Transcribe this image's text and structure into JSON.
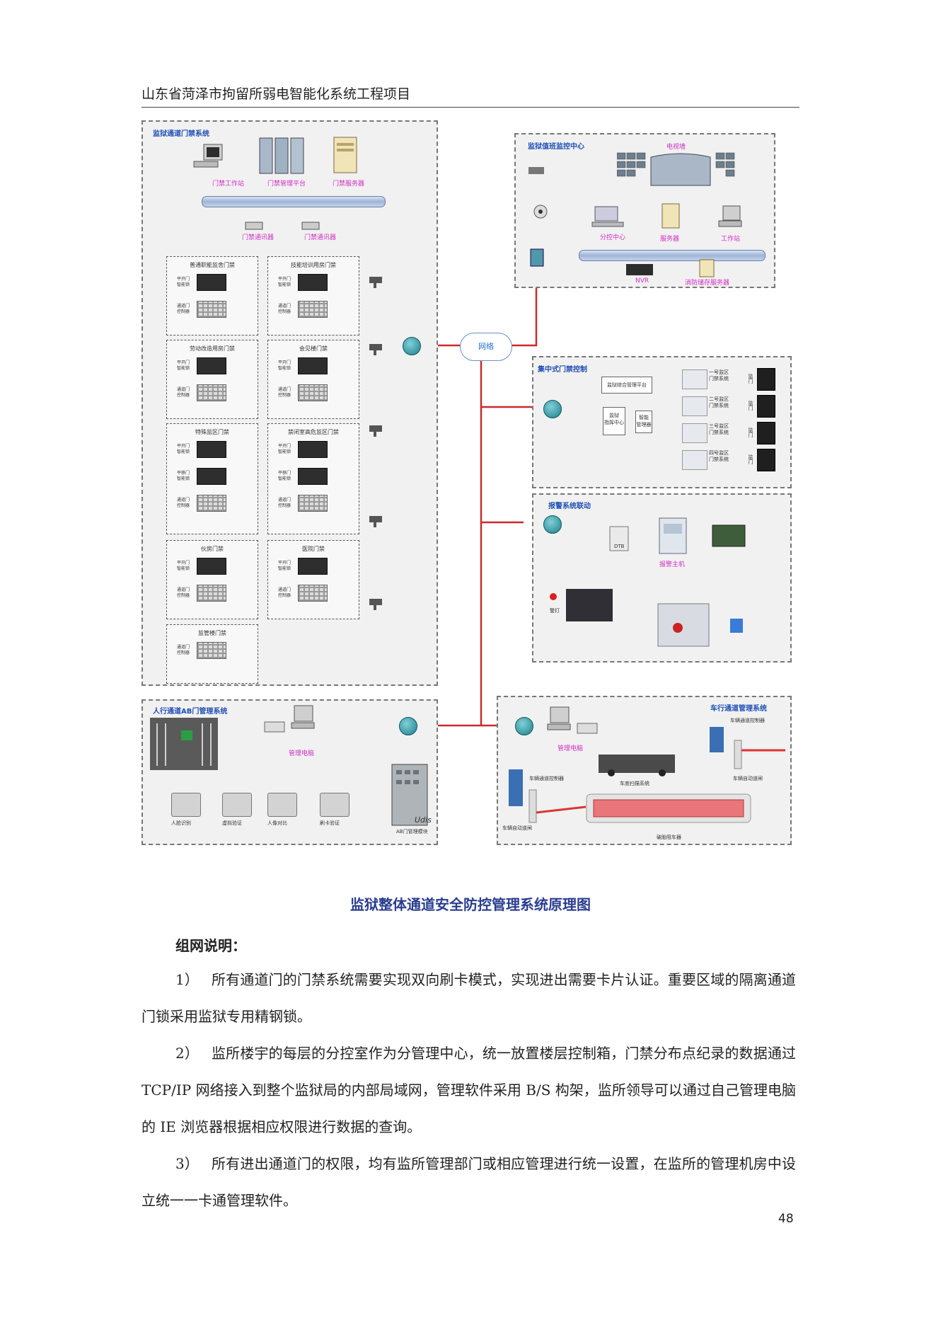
{
  "header": {
    "title": "山东省菏泽市拘留所弱电智能化系统工程项目"
  },
  "page_number": "48",
  "diagram": {
    "caption": "监狱整体通道安全防控管理系统原理图",
    "network_label": "网络",
    "access_panel": {
      "title": "监狱通道门禁系统",
      "workstation": "门禁工作站",
      "platform": "门禁管理平台",
      "server": "门禁服务器",
      "comm1": "门禁通讯器",
      "comm2": "门禁通讯器",
      "subpanels": [
        {
          "title": "普通职能监舍门禁",
          "rows": [
            "平开门\n智能锁",
            "通道门\n控制器"
          ]
        },
        {
          "title": "技能培训用房门禁",
          "rows": [
            "平开门\n智能锁",
            "通道门\n控制器"
          ]
        },
        {
          "title": "劳动改造用房门禁",
          "rows": [
            "平开门\n智能锁",
            "通道门\n控制器"
          ]
        },
        {
          "title": "会见楼门禁",
          "rows": [
            "平开门\n智能锁",
            "通道门\n控制器"
          ]
        },
        {
          "title": "特殊监区门禁",
          "rows": [
            "平开门\n智能锁",
            "平移门\n智能锁",
            "通道门\n控制器"
          ]
        },
        {
          "title": "禁闭室高危监区门禁",
          "rows": [
            "平开门\n智能锁",
            "平移门\n智能锁",
            "通道门\n控制器"
          ]
        },
        {
          "title": "伙房门禁",
          "rows": [
            "平开门\n智能锁",
            "通道门\n控制器"
          ]
        },
        {
          "title": "医院门禁",
          "rows": [
            "平开门\n智能锁",
            "通道门\n控制器"
          ]
        },
        {
          "title": "监管楼门禁",
          "rows": [
            "通道门\n控制器"
          ]
        }
      ]
    },
    "monitor_panel": {
      "title": "监狱值班监控中心",
      "video_wall": "电视墙",
      "sub_center": "分控中心",
      "server": "服务器",
      "workstation": "工作站",
      "nvr": "NVR",
      "fire_server": "消防储存服务器"
    },
    "central_panel": {
      "title": "集中式门禁控制",
      "box1": "监狱综合管理平台",
      "box2": "监狱\n指挥中心",
      "box3": "智能\n管理器",
      "rows": [
        {
          "right_label": "一号监区\n门禁系统",
          "door": "监门"
        },
        {
          "right_label": "二号监区\n门禁系统",
          "door": "监门"
        },
        {
          "right_label": "三号监区\n门禁系统",
          "door": "监门"
        },
        {
          "right_label": "四号监区\n门禁系统",
          "door": "监门"
        }
      ]
    },
    "alarm_panel": {
      "title": "报警系统联动",
      "host": "报警主机",
      "dtb": "DTB",
      "siren": "警灯"
    },
    "pedestrian_panel": {
      "title": "人行通道AB门管理系统",
      "pc": "管理电脑",
      "items": [
        "人脸识别",
        "虚拟验证",
        "人像对比",
        "刷卡验证"
      ],
      "ab_label": "AB门管理模块",
      "brand": "Udis"
    },
    "vehicle_panel": {
      "title": "车行通道管理系统",
      "pc": "管理电脑",
      "controller_right": "车辆通道控制器",
      "gate_right": "车辆自动道闸",
      "controller_left": "车辆通道控制器",
      "gate_left": "车辆自动道闸",
      "under_vehicle": "车底扫描系统",
      "spike": "破胎阻车器"
    }
  },
  "section": {
    "title": "组网说明：",
    "items": [
      {
        "num": "1）",
        "text": "所有通道门的门禁系统需要实现双向刷卡模式，实现进出需要卡片认证。重要区域的隔离通道门锁采用监狱专用精钢锁。"
      },
      {
        "num": "2）",
        "text": "监所楼宇的每层的分控室作为分管理中心，统一放置楼层控制箱，门禁分布点纪录的数据通过 TCP/IP 网络接入到整个监狱局的内部局域网，管理软件采用 B/S 构架，监所领导可以通过自己管理电脑的 IE 浏览器根据相应权限进行数据的查询。"
      },
      {
        "num": "3）",
        "text": "所有进出通道门的权限，均有监所管理部门或相应管理进行统一设置，在监所的管理机房中设立统一一卡通管理软件。"
      }
    ]
  },
  "colors": {
    "network_line": "#cc2a2a",
    "data_line": "#35a7e0",
    "caption": "#2a3d8f",
    "label_pink": "#d12fc4"
  }
}
